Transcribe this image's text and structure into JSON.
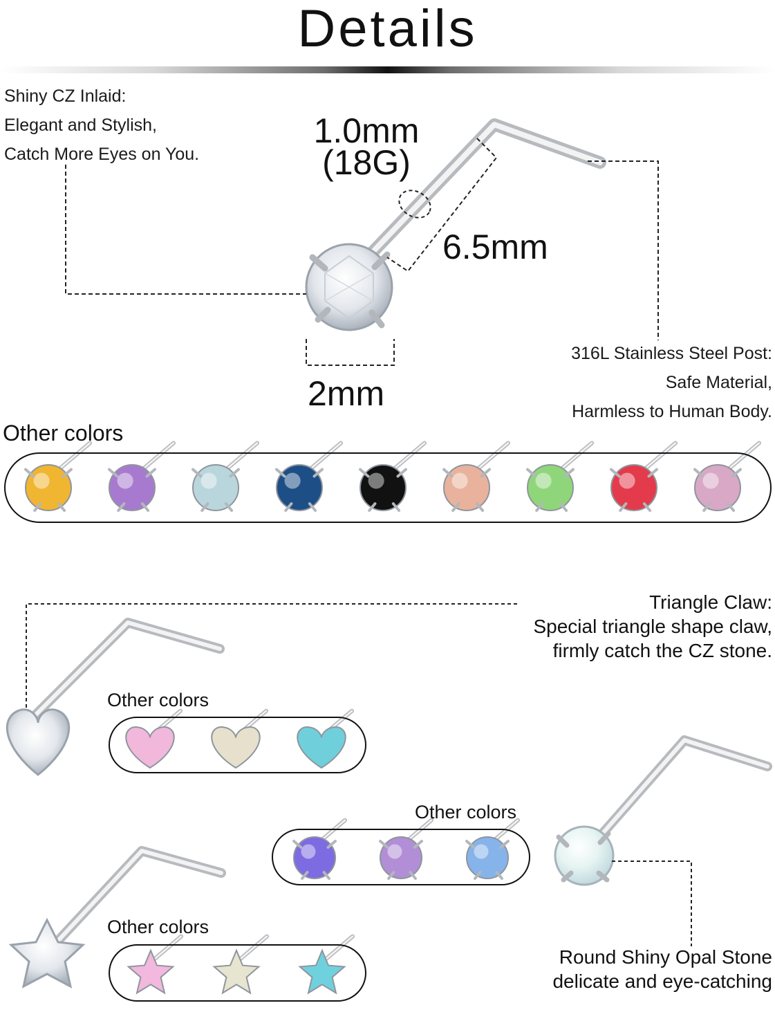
{
  "header": {
    "title": "Details"
  },
  "annotations": {
    "cz": [
      "Shiny CZ Inlaid:",
      "Elegant and Stylish,",
      "Catch More Eyes on You."
    ],
    "gauge_mm": "1.0mm",
    "gauge_g": "(18G)",
    "length": "6.5mm",
    "size": "2mm",
    "steel": [
      "316L Stainless Steel Post:",
      "Safe Material,",
      "Harmless to Human Body."
    ],
    "triangle": [
      "Triangle Claw:",
      "Special triangle shape claw,",
      "firmly catch the CZ stone."
    ],
    "opal": [
      "Round Shiny Opal Stone",
      "delicate and eye-catching"
    ]
  },
  "sections": {
    "round_label": "Other colors",
    "heart_label": "Other colors",
    "opal_label": "Other colors",
    "star_label": "Other colors"
  },
  "colors": {
    "round": [
      "#f0b531",
      "#a77ad0",
      "#b9d6dd",
      "#1d4f86",
      "#111111",
      "#e9b29c",
      "#8fd67a",
      "#e33b4b",
      "#d8a8c6"
    ],
    "heart": [
      "#f1b8dc",
      "#e6e0cc",
      "#6fd0dc"
    ],
    "opal": [
      "#7d6be2",
      "#b18ed6",
      "#86b3ea"
    ],
    "star": [
      "#f2b8dd",
      "#e7e4cf",
      "#6fd1de"
    ],
    "main_stone": "#eef2f6",
    "opal_stone": "#e8f2f4"
  },
  "icons": [
    "round-stud-icon",
    "heart-stud-icon",
    "star-stud-icon",
    "opal-stud-icon"
  ]
}
